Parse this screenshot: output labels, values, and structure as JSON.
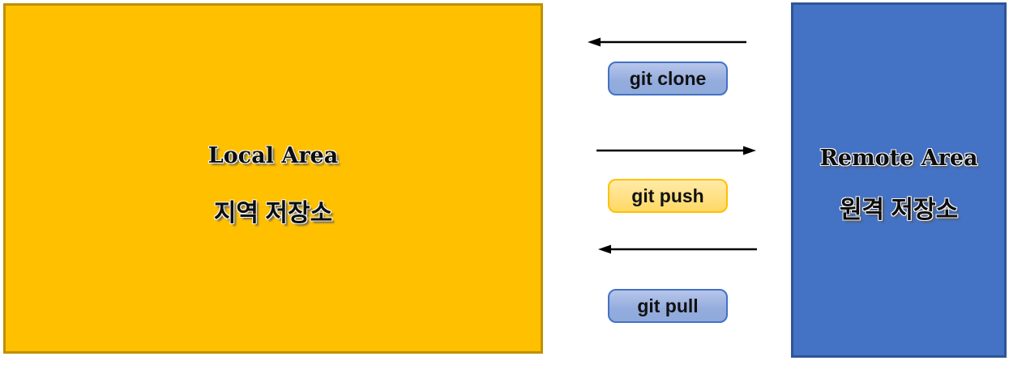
{
  "diagram": {
    "local_box": {
      "title": "Local Area",
      "subtitle": "지역 저장소",
      "fill_color": "#FFC000",
      "border_color": "#BF9000"
    },
    "remote_box": {
      "title": "Remote Area",
      "subtitle": "원격 저장소",
      "fill_color": "#4472C4",
      "border_color": "#2F5597"
    },
    "flows": [
      {
        "label": "git clone",
        "direction": "remote-to-local",
        "button_style": "blue"
      },
      {
        "label": "git push",
        "direction": "local-to-remote",
        "button_style": "yellow"
      },
      {
        "label": "git pull",
        "direction": "remote-to-local",
        "button_style": "blue"
      }
    ],
    "colors": {
      "blue_button_top": "#B7C6EA",
      "blue_button_bottom": "#8FAADC",
      "blue_button_border": "#4472C4",
      "yellow_button_top": "#FFEBA9",
      "yellow_button_bottom": "#FFD966",
      "yellow_button_border": "#FFC000",
      "arrow_color": "#000000",
      "background": "#FFFFFF"
    }
  }
}
